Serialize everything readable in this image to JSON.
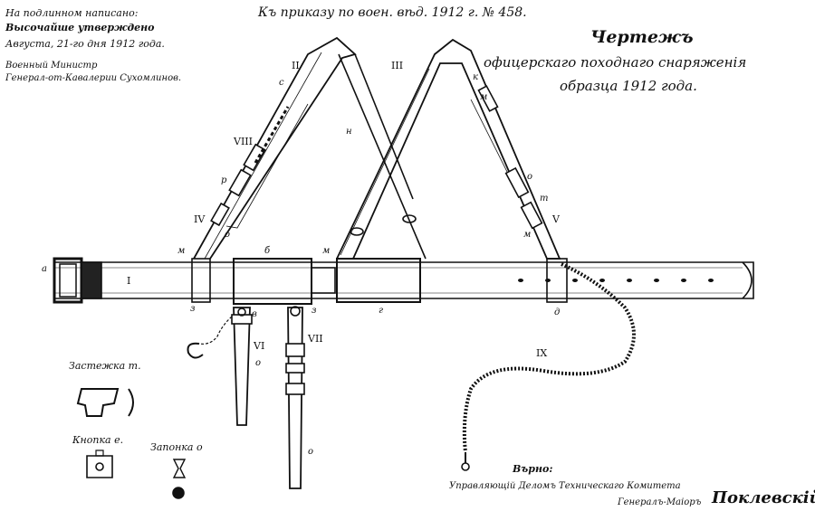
{
  "header_left": {
    "line1": "На подлинном написано:",
    "line2": "Высочайше утверждено",
    "line3": "Августа, 21-го дня 1912 года.",
    "line4": "Военный Министр",
    "line5": "Генерал-от-Кавалерии Сухомлинов."
  },
  "order_ref": "Къ приказу по воен. вѣд. 1912 г. № 458.",
  "title": {
    "line1": "Чертежъ",
    "line2": "офицерскаго походнаго снаряженія",
    "line3": "образца 1912 года."
  },
  "part_labels": {
    "i": "I",
    "ii": "II",
    "iii": "III",
    "iv": "IV",
    "v": "V",
    "vi": "VI",
    "vii": "VII",
    "viii": "VIII",
    "ix": "IX"
  },
  "letters": {
    "a": "а",
    "b": "б",
    "v": "в",
    "g": "г",
    "d": "д",
    "e": "е",
    "z": "з",
    "k": "к",
    "m": "м",
    "n": "н",
    "o": "о",
    "p": "р",
    "s": "с",
    "t": "т",
    "m2": "м"
  },
  "details": {
    "zastezhka": "Застежка т.",
    "knopka": "Кнопка е.",
    "zaponka": "Запонка о"
  },
  "signature": {
    "verno": "Върно:",
    "line1": "Управляющій Деломъ Техническаго Комитета",
    "line2": "Генералъ-Маіоръ",
    "name": "Поклевскій"
  },
  "colors": {
    "ink": "#111111",
    "paper": "#ffffff"
  }
}
